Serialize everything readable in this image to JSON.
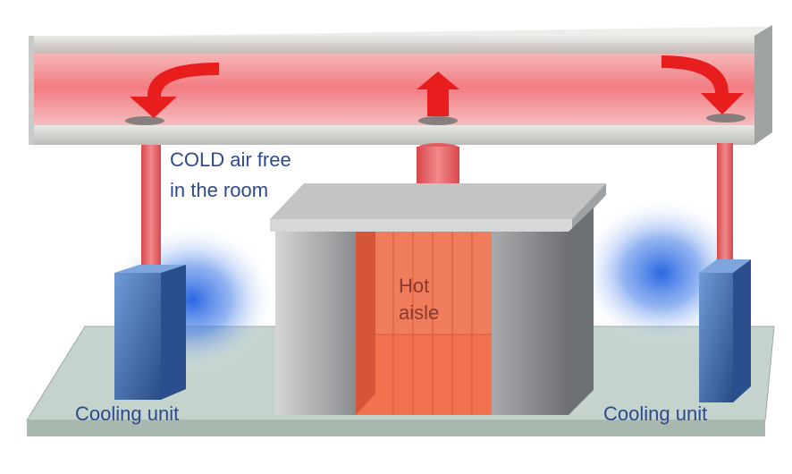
{
  "labels": {
    "cold_air_line1": "COLD air free",
    "cold_air_line2": "in the room",
    "hot_aisle_line1": "Hot",
    "hot_aisle_line2": "aisle",
    "cooling_unit_left": "Cooling unit",
    "cooling_unit_right": "Cooling unit"
  },
  "colors": {
    "floor": "#bfcfc6",
    "duct_frame": "#d6d8d3",
    "hot_air": "#f08085",
    "arrow": "#e81e1e",
    "pipe": "#e45a5e",
    "cold_glow": "#2f6fe0",
    "cooling_unit": "#4a78b8",
    "rack_side": "#8d8f92",
    "hot_aisle": "#f0785a"
  }
}
